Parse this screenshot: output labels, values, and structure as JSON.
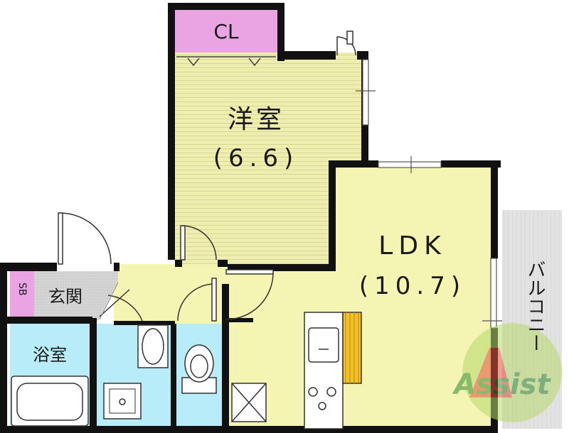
{
  "rooms": {
    "closet": {
      "label": "CL"
    },
    "western_room": {
      "name": "洋室",
      "size": "(6.6)"
    },
    "ldk": {
      "name": "LDK",
      "size": "(10.7)"
    },
    "balcony": {
      "label": "バルコニー"
    },
    "shoe_box": {
      "label": "SB"
    },
    "entrance": {
      "label": "玄関"
    },
    "bathroom": {
      "label": "浴室"
    }
  },
  "watermark": {
    "text": "Assist"
  },
  "colors": {
    "closet": "#eaa3e3",
    "western_room": "#eeeeb0",
    "ldk": "#f5f5b3",
    "hall": "#f5f5b3",
    "wet_area": "#b8ecf8",
    "entrance": "#d6d6d6",
    "balcony": "#e2e2e2",
    "wall": "#111111",
    "watermark": "#8cc63f"
  }
}
